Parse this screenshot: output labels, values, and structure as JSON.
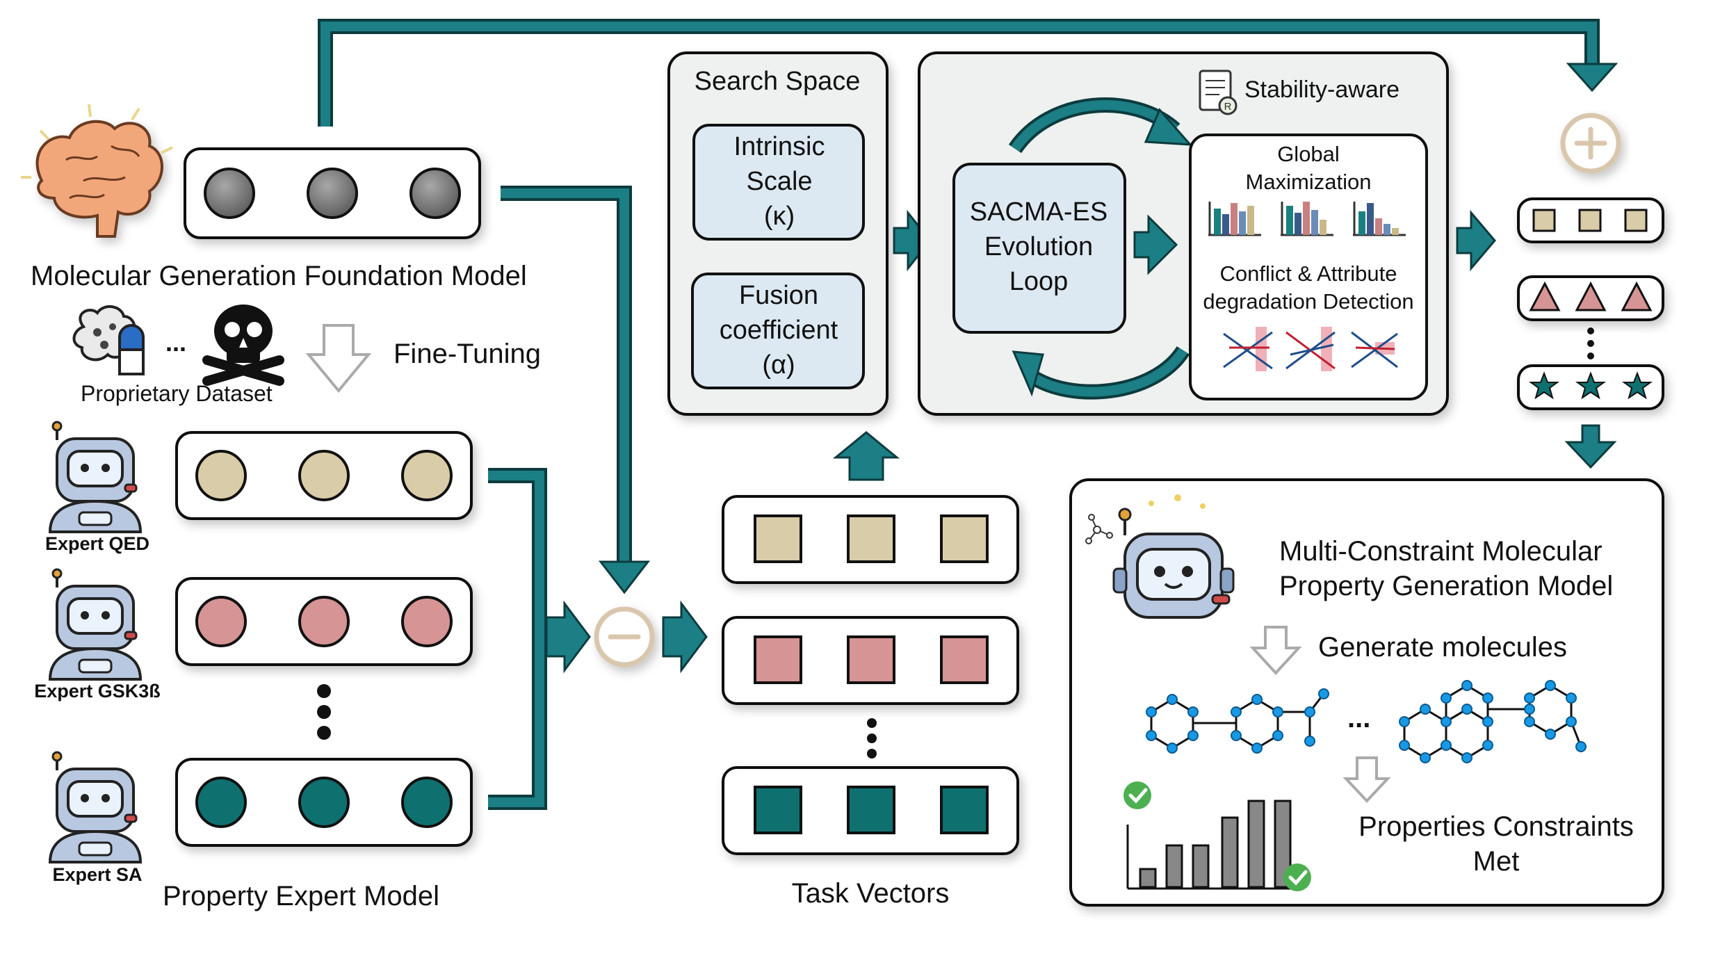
{
  "foundation_model": {
    "label": "Molecular Generation Foundation Model"
  },
  "dataset": {
    "label": "Proprietary Dataset",
    "ellipsis": "..."
  },
  "fine_tuning": {
    "label": "Fine-Tuning"
  },
  "experts": [
    {
      "label": "Expert QED",
      "color": "#d9cca8"
    },
    {
      "label": "Expert GSK3ß",
      "color": "#d69494"
    },
    {
      "label": "Expert SA",
      "color": "#0f7070"
    }
  ],
  "property_expert": {
    "label": "Property Expert Model"
  },
  "task_vectors": {
    "label": "Task Vectors"
  },
  "search_space": {
    "title": "Search Space",
    "intrinsic": {
      "line1": "Intrinsic",
      "line2": "Scale",
      "line3": "(κ)"
    },
    "fusion": {
      "line1": "Fusion",
      "line2": "coefficient",
      "line3": "(α)"
    }
  },
  "evolution": {
    "stability_label": "Stability-aware",
    "loop": {
      "line1": "SACMA-ES",
      "line2": "Evolution",
      "line3": "Loop"
    },
    "global": {
      "line1": "Global",
      "line2": "Maximization"
    },
    "conflict": {
      "line1": "Conflict & Attribute",
      "line2": "degradation Detection"
    }
  },
  "final_model": {
    "title_line1": "Multi-Constraint Molecular",
    "title_line2": "Property Generation Model",
    "generate": "Generate molecules",
    "ellipsis": "...",
    "constraints_line1": "Properties Constraints",
    "constraints_line2": "Met"
  },
  "colors": {
    "teal_arrow": "#1b7f85",
    "teal_dark": "#0f6f70",
    "tan": "#d9cca8",
    "pink": "#d69494",
    "grey_node": "#777777",
    "box_fill_light": "#dce9f2",
    "panel_fill": "#eef2f0",
    "molecule_blue": "#1899e6"
  }
}
